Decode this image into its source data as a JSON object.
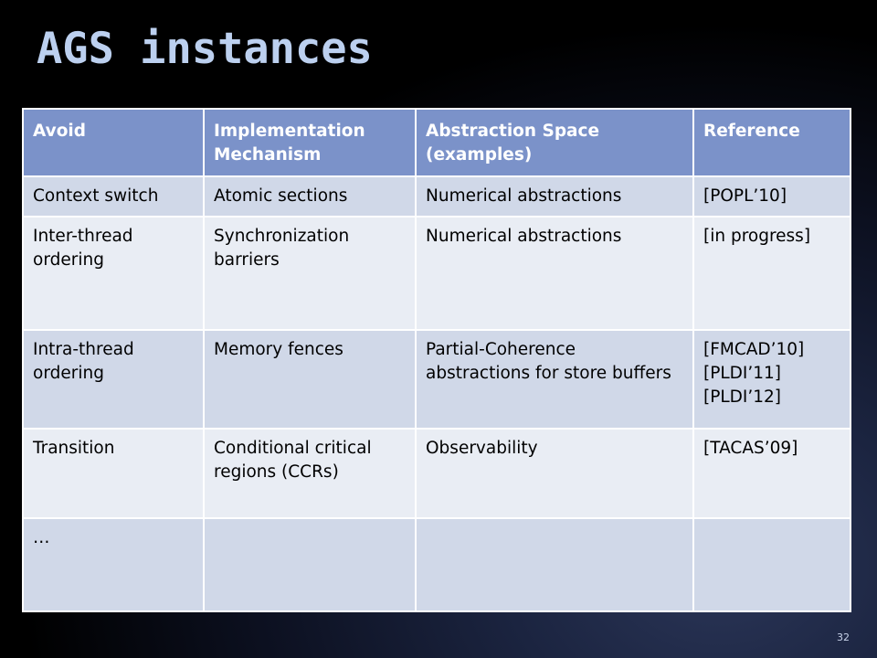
{
  "slide": {
    "title": "AGS instances",
    "page_number": "32"
  },
  "table": {
    "headers": [
      "Avoid",
      "Implementation Mechanism",
      "Abstraction Space (examples)",
      "Reference"
    ],
    "rows": [
      [
        "Context switch",
        "Atomic sections",
        "Numerical abstractions",
        "[POPL’10]"
      ],
      [
        "Inter-thread ordering",
        "Synchronization barriers",
        "Numerical abstractions",
        "[in progress]"
      ],
      [
        "Intra-thread ordering",
        "Memory fences",
        "Partial-Coherence abstractions for store buffers",
        "[FMCAD’10]\n[PLDI’11]\n[PLDI’12]"
      ],
      [
        "Transition",
        "Conditional critical regions (CCRs)",
        "Observability",
        "[TACAS’09]"
      ],
      [
        "…",
        "",
        "",
        ""
      ]
    ]
  },
  "colors": {
    "header_bg": "#7b92c9",
    "row_dark": "#d0d8e8",
    "row_light": "#e9edf4",
    "title": "#bcd0ef"
  }
}
